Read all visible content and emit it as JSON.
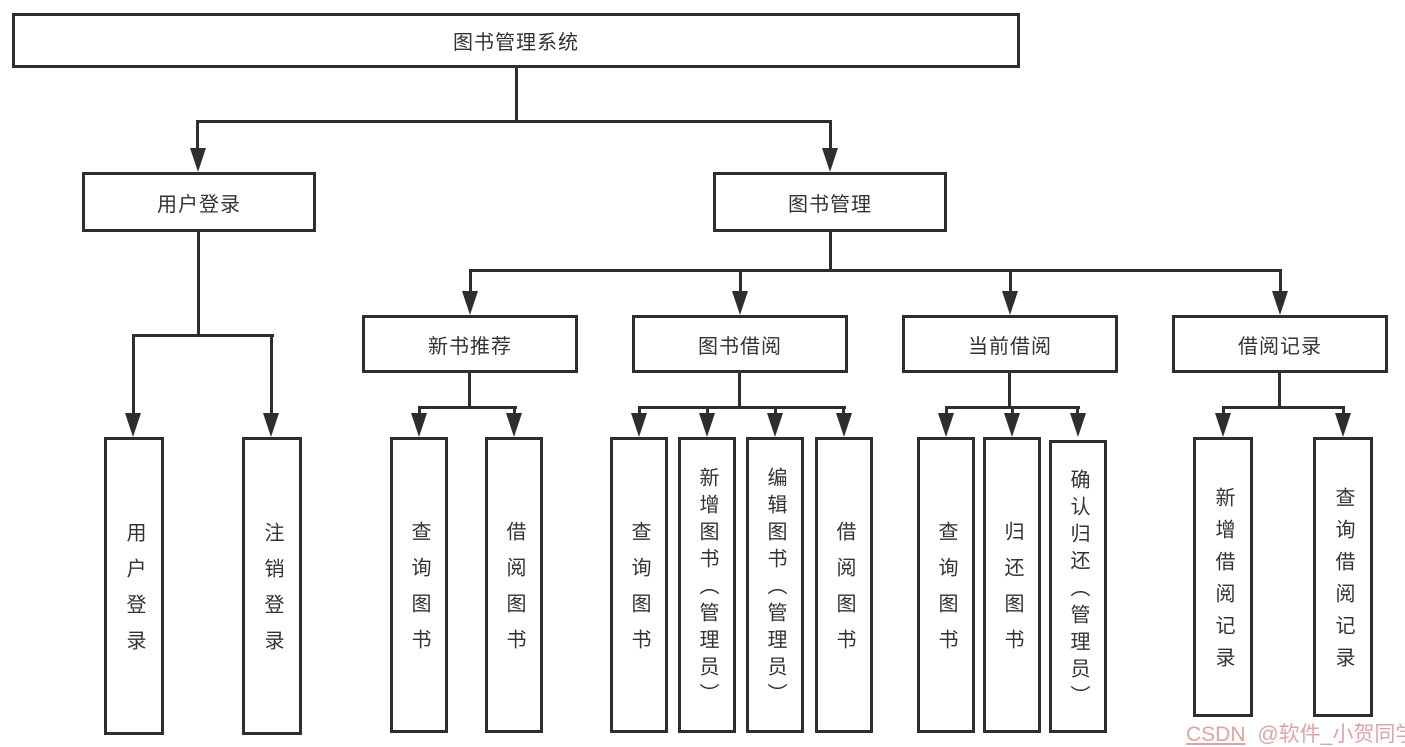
{
  "title": "图书管理系统",
  "colors": {
    "line": "#2e2e2e",
    "text": "#333333",
    "background": "#ffffff",
    "watermark": "#dfa3a3"
  },
  "tree": {
    "root": "图书管理系统",
    "branches": [
      {
        "label": "用户登录",
        "children": [
          "用户登录",
          "注销登录"
        ]
      },
      {
        "label": "图书管理",
        "children": [
          {
            "label": "新书推荐",
            "children": [
              "查询图书",
              "借阅图书"
            ]
          },
          {
            "label": "图书借阅",
            "children": [
              "查询图书",
              "新增图书（管理员）",
              "编辑图书（管理员）",
              "借阅图书"
            ]
          },
          {
            "label": "当前借阅",
            "children": [
              "查询图书",
              "归还图书",
              "确认归还（管理员）"
            ]
          },
          {
            "label": "借阅记录",
            "children": [
              "新增借阅记录",
              "查询借阅记录"
            ]
          }
        ]
      }
    ]
  },
  "watermark": {
    "brand": "CSDN",
    "handle": "@软件_小贺同学"
  }
}
